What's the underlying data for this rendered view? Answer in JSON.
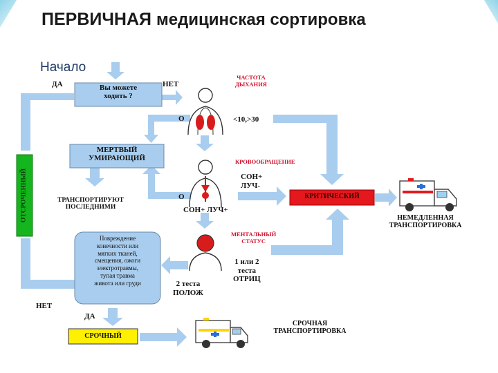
{
  "title": {
    "bold": "ПЕРВИЧНАЯ",
    "rest": "медицинская сортировка"
  },
  "start": "Начало",
  "q_walk": {
    "line1": "Вы можете",
    "line2": "ходить ?"
  },
  "yes1": "ДА",
  "no1": "НЕТ",
  "resp_label": {
    "line1": "ЧАСТОТА",
    "line2": "ДЫХАНИЯ"
  },
  "resp_zero": "О",
  "resp_range": "<10,>30",
  "dead": {
    "line1": "МЕРТВЫЙ",
    "line2": "УМИРАЮЩИЙ"
  },
  "transport_last": {
    "line1": "ТРАНСПОРТИРУЮТ",
    "line2": "ПОСЛЕДНИМИ"
  },
  "delayed": "ОТСРОЧЕННЫЙ",
  "circ_label": "КРОВООБРАЩЕНИЕ",
  "circ_zero": "О",
  "circ_neg": {
    "line1": "СОН+",
    "line2": "ЛУЧ-"
  },
  "circ_pos": "СОН+ ЛУЧ+",
  "critical": "КРИТИЧЕСКИЙ",
  "immediate": {
    "line1": "НЕМЕДЛЕННАЯ",
    "line2": "ТРАНСПОРТИРОВКА"
  },
  "mental_label": {
    "line1": "МЕНТАЛЬНЫЙ",
    "line2": "СТАТУС"
  },
  "mental_neg": {
    "line1": "1 или 2",
    "line2": "теста",
    "line3": "ОТРИЦ"
  },
  "mental_pos": {
    "line1": "2 теста",
    "line2": "ПОЛОЖ"
  },
  "injury": {
    "lines": [
      "Повреждение",
      "конечности или",
      "мягких тканей,",
      "смещения, ожоги",
      "электротравмы,",
      "тупая травма",
      "живота или груди"
    ]
  },
  "no2": "НЕТ",
  "yes2": "ДА",
  "urgent": "СРОЧНЫЙ",
  "urgent_transport": {
    "line1": "СРОЧНАЯ",
    "line2": "ТРАНСПОРТИРОВКА"
  },
  "colors": {
    "arrow": "#a9cdee",
    "critical": "#e4181d",
    "urgent": "#ffef00",
    "delayed": "#15b51d",
    "box": "#a9cdee"
  }
}
